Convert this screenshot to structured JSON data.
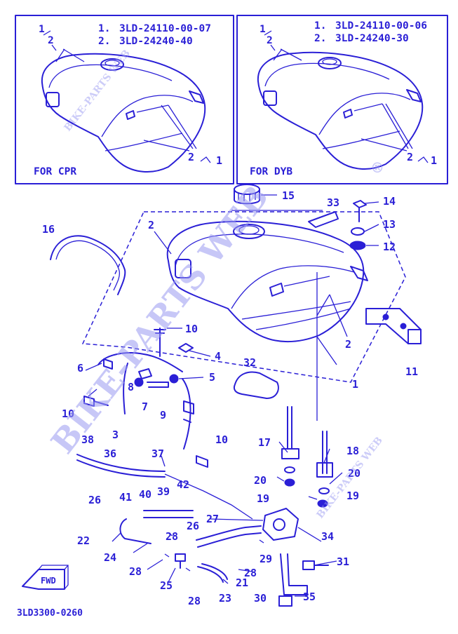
{
  "insets": [
    {
      "index_mark": "1",
      "index_mark_2": "2",
      "parts": [
        {
          "no": "1.",
          "part": "3LD-24110-00-07"
        },
        {
          "no": "2.",
          "part": "3LD-24240-40"
        }
      ],
      "caption": "FOR CPR",
      "callouts": [
        "2",
        "2",
        "1"
      ]
    },
    {
      "index_mark": "1",
      "index_mark_2": "2",
      "parts": [
        {
          "no": "1.",
          "part": "3LD-24110-00-06"
        },
        {
          "no": "2.",
          "part": "3LD-24240-30"
        }
      ],
      "caption": "FOR DYB",
      "callouts": [
        "2",
        "2",
        "1"
      ]
    }
  ],
  "callouts": {
    "c1": "1",
    "c2a": "2",
    "c2b": "2",
    "c3": "3",
    "c4": "4",
    "c5": "5",
    "c6": "6",
    "c7": "7",
    "c8": "8",
    "c9": "9",
    "c10a": "10",
    "c10b": "10",
    "c10c": "10",
    "c11": "11",
    "c12": "12",
    "c13": "13",
    "c14": "14",
    "c15": "15",
    "c16": "16",
    "c17": "17",
    "c18": "18",
    "c19a": "19",
    "c19b": "19",
    "c20a": "20",
    "c20b": "20",
    "c21": "21",
    "c22": "22",
    "c23": "23",
    "c24": "24",
    "c25": "25",
    "c26a": "26",
    "c26b": "26",
    "c27": "27",
    "c28a": "28",
    "c28b": "28",
    "c28c": "28",
    "c28d": "28",
    "c29": "29",
    "c30": "30",
    "c31": "31",
    "c32": "32",
    "c33": "33",
    "c34": "34",
    "c35": "35",
    "c36": "36",
    "c37": "37",
    "c38": "38",
    "c39": "39",
    "c40": "40",
    "c41": "41",
    "c42": "42"
  },
  "fwd_label": "FWD",
  "ref_code": "3LD3300-0260",
  "watermark": {
    "main": "BIKE-PARTS WEB",
    "small": "BIKE-PARTS WEB",
    "reg": "®"
  },
  "colors": {
    "ink": "#2a1fd6",
    "watermark": "#9b9bf2",
    "background": "#ffffff"
  }
}
